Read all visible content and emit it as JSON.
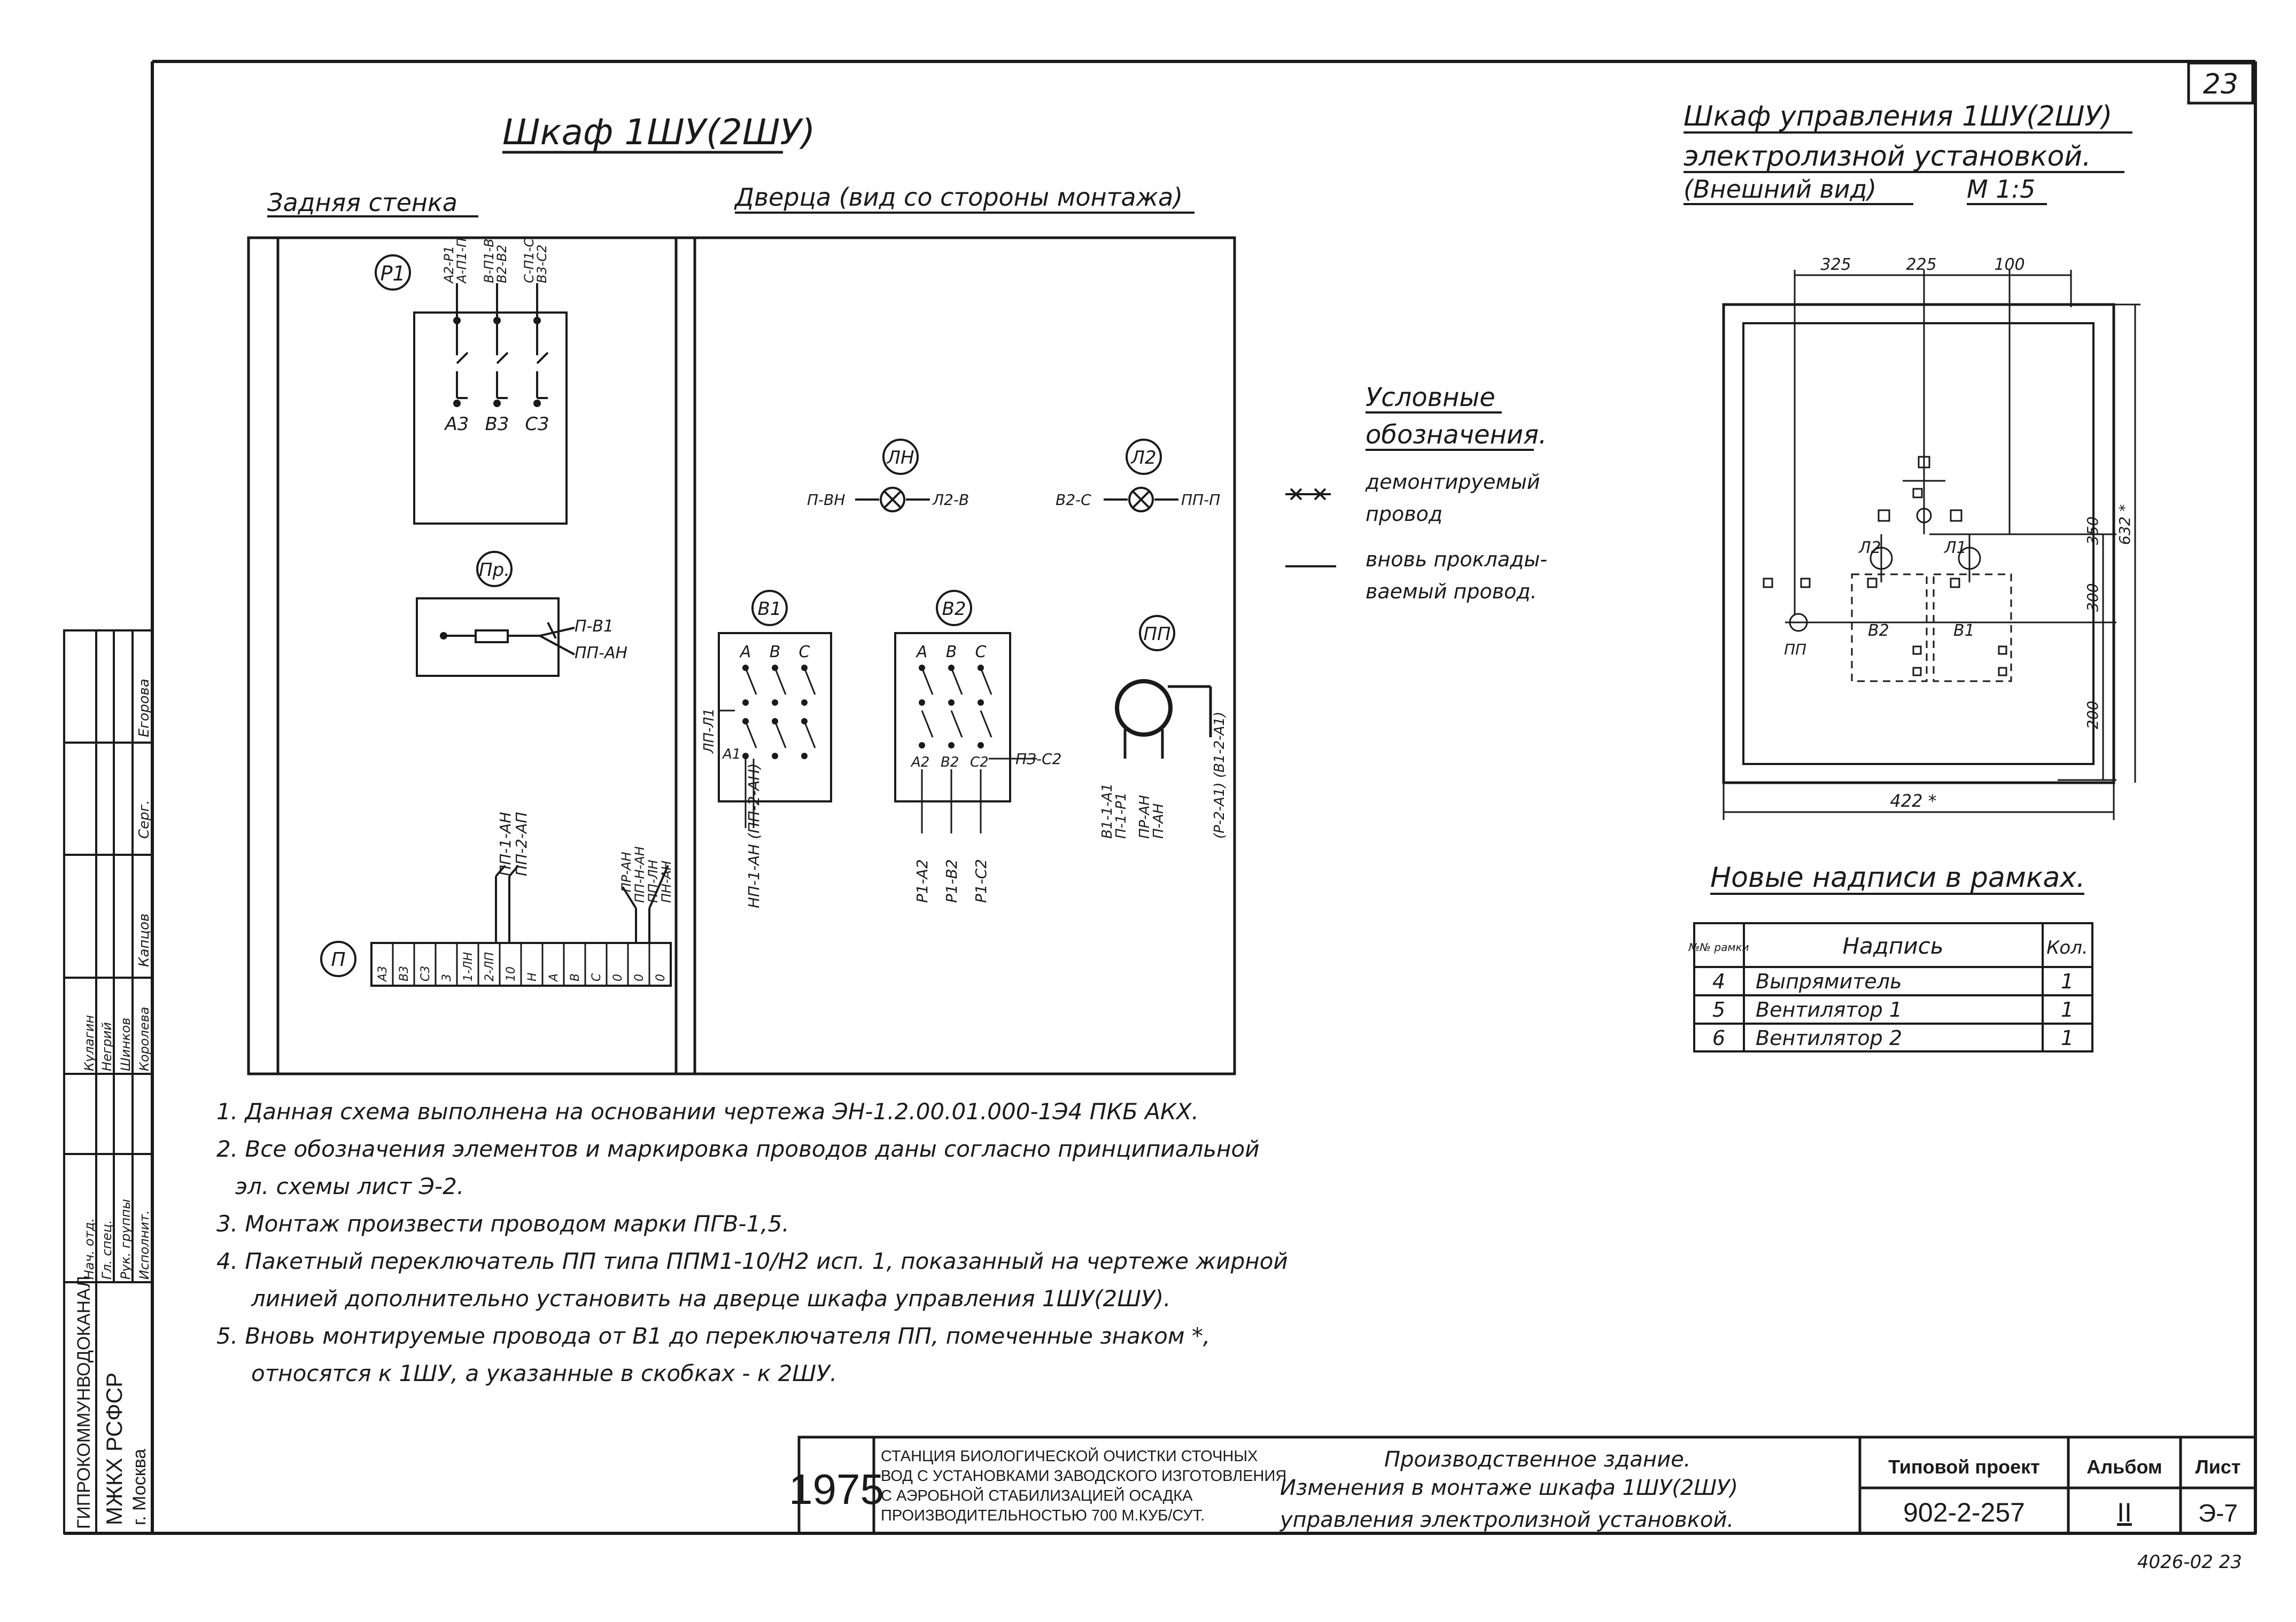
{
  "sheet_number": "23",
  "main_title": "Шкаф 1ШУ(2ШУ)",
  "rear_wall": {
    "title": "Задняя стенка",
    "p1": {
      "name": "Р1",
      "top_wires": [
        "А2-Р1",
        "А-П1-П",
        "В-П1-В",
        "В2-В2",
        "С-П1-С",
        "В3-С2"
      ],
      "terminals": [
        "А3",
        "В3",
        "С3"
      ]
    },
    "fuse": {
      "name": "Пр.",
      "wires": [
        "П-В1",
        "ПП-АН"
      ]
    },
    "terminal_block": {
      "name": "П",
      "cells": [
        "А3",
        "В3",
        "С3",
        "3",
        "1-ЛН",
        "2-ЛП",
        "10",
        "Н",
        "А",
        "В",
        "С",
        "0",
        "0",
        "0"
      ],
      "wires": [
        "ПП-1-АН",
        "ПП-2-АП"
      ],
      "right_wires": [
        "ПР-АН",
        "ПП-Н-АН",
        "ПП-ЛН",
        "ПН-АН"
      ]
    }
  },
  "door": {
    "title": "Дверца (вид со стороны монтажа)",
    "lamp1": {
      "name": "ЛН",
      "left": "П-ВН",
      "right": "Л2-В"
    },
    "lamp2": {
      "name": "Л2",
      "left": "В2-С",
      "right": "ПП-П"
    },
    "b1": {
      "name": "В1",
      "phases": [
        "А",
        "В",
        "С"
      ],
      "side_wire": "ЛП-Л1",
      "inner_label": "А1",
      "bottom_wire": "НП-1-АН (ПП-2-АН)"
    },
    "b2": {
      "name": "В2",
      "phases": [
        "А",
        "В",
        "С"
      ],
      "inner_labels": [
        "А2",
        "В2",
        "С2"
      ],
      "side_wire": "ПЗ-С2",
      "bottom_wires": [
        "Р1-А2",
        "Р1-В2",
        "Р1-С2"
      ]
    },
    "pp": {
      "name": "ПП",
      "wires": [
        "В1-1-А1",
        "П-1-Р1",
        "ПР-АН",
        "П-АН"
      ],
      "right_wire": "(Р-2-А1) (В1-2-А1)"
    }
  },
  "legend": {
    "title_line1": "Условные",
    "title_line2": "обозначения.",
    "item1_line1": "демонтируемый",
    "item1_line2": "провод",
    "item2_line1": "вновь проклады-",
    "item2_line2": "ваемый провод."
  },
  "panel_view": {
    "title_line1": "Шкаф управления 1ШУ(2ШУ)",
    "title_line2": "электролизной установкой.",
    "title_line3": "(Внешний вид)",
    "scale": "М 1:5",
    "dim_top": [
      "325",
      "225",
      "100"
    ],
    "dim_right": [
      "350",
      "300",
      "200"
    ],
    "dim_overall_right": "632 *",
    "dim_bottom": "422 *",
    "labels": {
      "l2": "Л2",
      "l1": "Л1",
      "b2": "В2",
      "b1": "В1",
      "pp": "ПП"
    }
  },
  "inscriptions": {
    "title": "Новые надписи в рамках.",
    "headers": [
      "№№ рамки",
      "Надпись",
      "Кол."
    ],
    "rows": [
      {
        "no": "4",
        "text": "Выпрямитель",
        "qty": "1"
      },
      {
        "no": "5",
        "text": "Вентилятор 1",
        "qty": "1"
      },
      {
        "no": "6",
        "text": "Вентилятор 2",
        "qty": "1"
      }
    ]
  },
  "notes": [
    "1. Данная схема выполнена на основании чертежа ЭН-1.2.00.01.000-1Э4 ПКБ АКХ.",
    "2. Все обозначения элементов и маркировка проводов даны согласно принципиальной",
    "эл. схемы лист Э-2.",
    "3. Монтаж произвести проводом марки ПГВ-1,5.",
    "4. Пакетный переключатель ПП типа ППМ1-10/Н2 исп. 1, показанный на чертеже жирной",
    "линией дополнительно установить на дверце шкафа управления 1ШУ(2ШУ).",
    "5. Вновь монтируемые провода от В1 до переключателя ПП, помеченные знаком *,",
    "относятся к 1ШУ, а указанные в скобках - к 2ШУ."
  ],
  "side_stamp": {
    "org_line1": "ГИПРОКОММУНВОДОКАНАЛ",
    "org_line2": "МЖКХ РСФСР",
    "org_line3": "г. Москва",
    "roles": [
      "Нач. отд.",
      "Гл. спец.",
      "Рук. группы",
      "Исполнит."
    ],
    "names": [
      "Кулагин",
      "Негрий",
      "Шинков",
      "Королева"
    ],
    "top_names": [
      "Егорова",
      "Серг.",
      "Капцов"
    ]
  },
  "title_block": {
    "year": "1975",
    "project_line1": "СТАНЦИЯ БИОЛОГИЧЕСКОЙ ОЧИСТКИ СТОЧНЫХ",
    "project_line2": "ВОД С УСТАНОВКАМИ ЗАВОДСКОГО ИЗГОТОВЛЕНИЯ",
    "project_line3": "С АЭРОБНОЙ СТАБИЛИЗАЦИЕЙ ОСАДКА",
    "project_line4": "ПРОИЗВОДИТЕЛЬНОСТЬЮ 700 М.КУБ/СУТ.",
    "sheet_title_line1": "Производственное здание.",
    "sheet_title_line2": "Изменения в монтаже шкафа 1ШУ(2ШУ)",
    "sheet_title_line3": "управления электролизной установкой.",
    "typical_label": "Типовой проект",
    "typical_value": "902-2-257",
    "album_label": "Альбом",
    "album_value": "II",
    "sheet_label": "Лист",
    "sheet_value": "Э-7"
  },
  "bottom_code": "4026-02 23"
}
